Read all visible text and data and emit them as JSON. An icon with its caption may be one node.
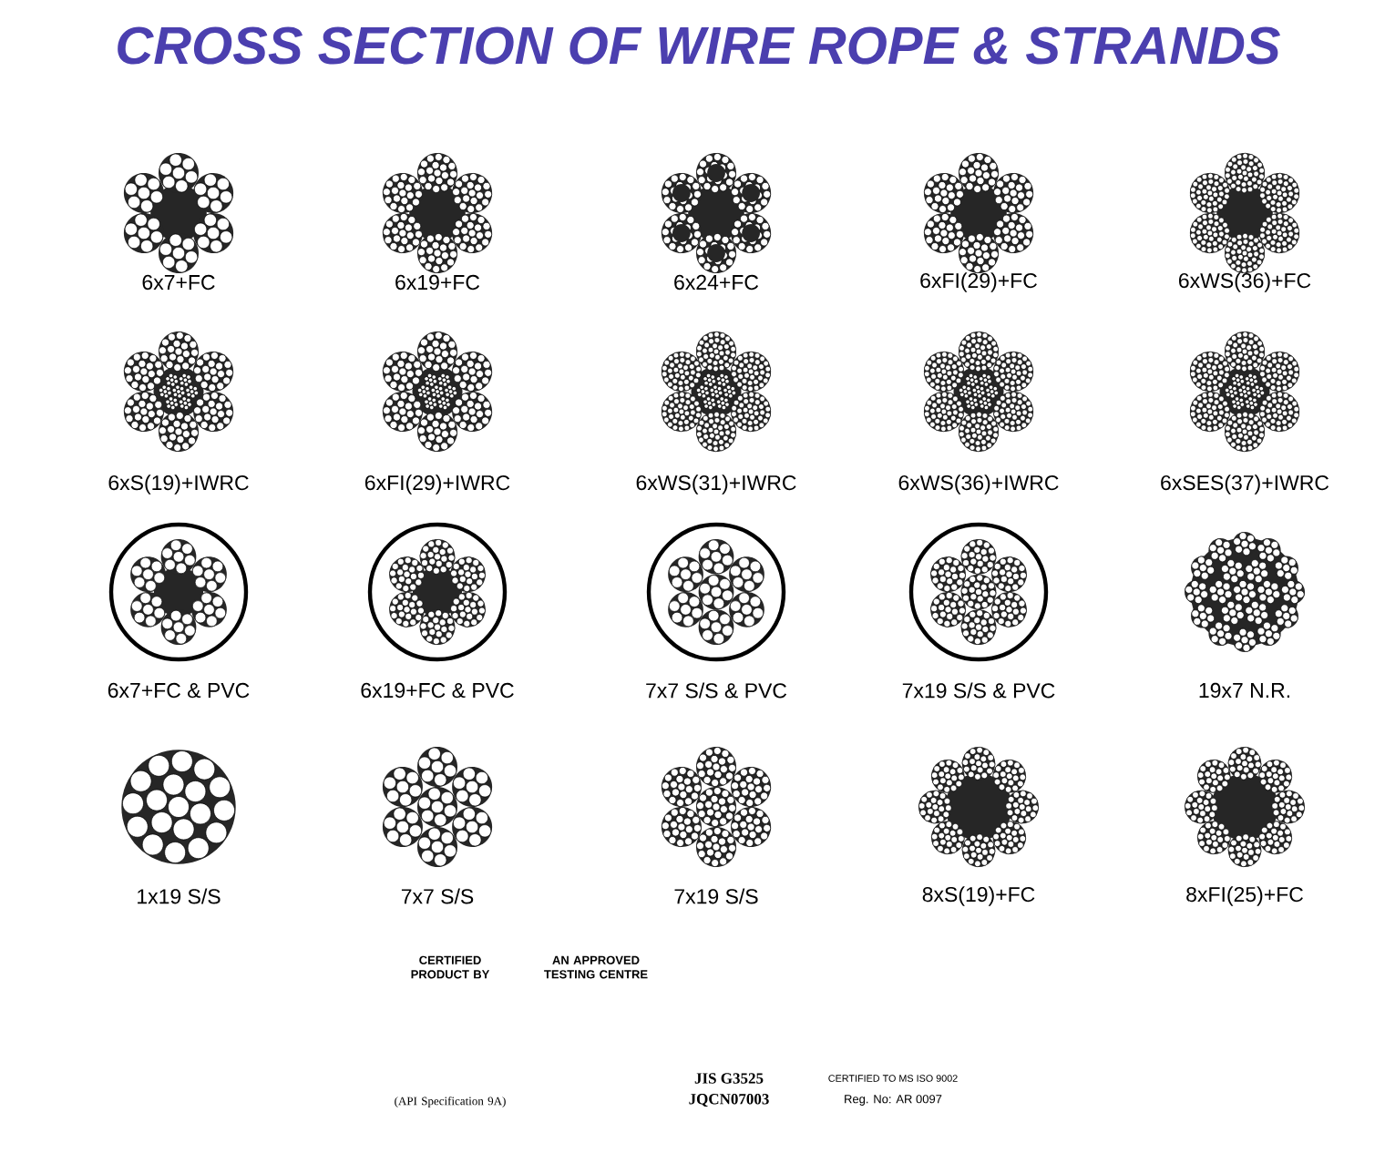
{
  "diagram": {
    "title": "CROSS SECTION OF WIRE ROPE & STRANDS",
    "labels": [
      "6x7+FC",
      "6x19+FC",
      "6x24+FC",
      "6xFI(29)+FC",
      "6xWS(36)+FC",
      "6xS(19)+IWRC",
      "6xFI(29)+IWRC",
      "6xWS(31)+IWRC",
      "6xWS(36)+IWRC",
      "6xSES(37)+IWRC",
      "6x7+FC & PVC",
      "6x19+FC & PVC",
      "7x7 S/S & PVC",
      "7x19 S/S & PVC",
      "19x7 N.R.",
      "1x19 S/S",
      "7x7 S/S",
      "7x19 S/S",
      "8xS(19)+FC",
      "8xFI(25)+FC",
      "CERTIFIED PRODUCT BY",
      "(API Specification 9A)",
      "AN APPROVED TESTING CENTRE",
      "JIS G3525",
      "JQCN07003",
      "CERTIFIED TO MS ISO 9002",
      "Reg. No: AR 0097"
    ]
  }
}
